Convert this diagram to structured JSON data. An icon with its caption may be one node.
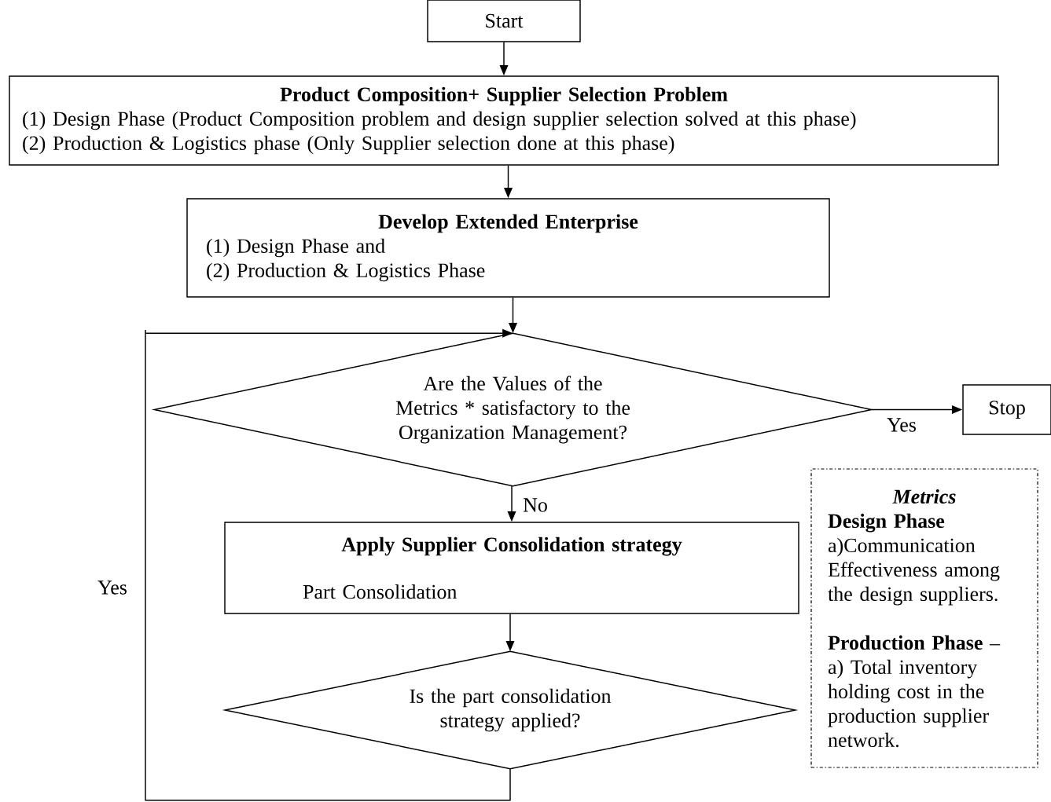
{
  "diagram": {
    "nodes": [
      {
        "text": [
          "Start"
        ]
      },
      {
        "text": [
          "Product Composition+ Supplier Selection Problem",
          "(1) Design Phase (Product Composition problem and design supplier selection solved at this phase)",
          "(2) Production & Logistics phase (Only Supplier selection done at this phase)"
        ]
      },
      {
        "text": [
          "Develop Extended Enterprise",
          "(1) Design Phase and",
          "(2) Production & Logistics Phase"
        ]
      },
      {
        "text": [
          "Are the Values of the Metrics * satisfactory to the Organization Management?"
        ]
      },
      {
        "text": [
          "Stop"
        ]
      },
      {
        "text": [
          "Apply Supplier Consolidation strategy",
          "Part Consolidation"
        ]
      },
      {
        "text": [
          "Is the part consolidation strategy applied?"
        ]
      },
      {
        "text": [
          "Metrics",
          "Design Phase",
          "a)Communication Effectiveness among the design suppliers.",
          "**Production Phase** –",
          "a) Total inventory holding cost in the production supplier network."
        ]
      }
    ],
    "edges": [
      {
        "from": 0,
        "to": 1,
        "arrow": "to"
      },
      {
        "from": 1,
        "to": 2,
        "arrow": "to"
      },
      {
        "from": 2,
        "to": 3,
        "arrow": "to"
      },
      {
        "from": 3,
        "to": 4,
        "arrow": "to",
        "label": "Yes"
      },
      {
        "from": 3,
        "to": 5,
        "arrow": "to",
        "label": "No"
      },
      {
        "from": 5,
        "to": 6,
        "arrow": "to"
      },
      {
        "from": 6,
        "to": 3,
        "arrow": "to",
        "label": "Yes"
      }
    ]
  }
}
